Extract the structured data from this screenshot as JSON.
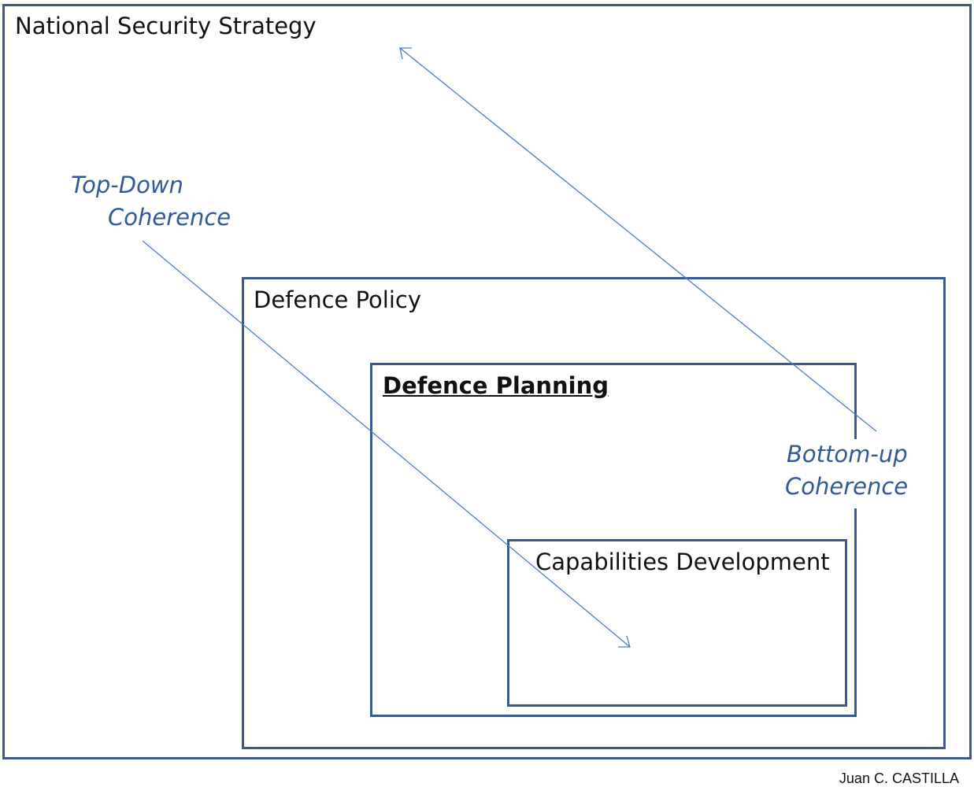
{
  "boxes": {
    "national_security_strategy": "National Security Strategy",
    "defence_policy": "Defence Policy",
    "defence_planning": "Defence Planning",
    "capabilities_development": "Capabilities Development"
  },
  "arrows": {
    "top_down": {
      "line1": "Top-Down",
      "line2": "Coherence"
    },
    "bottom_up": {
      "line1": "Bottom-up",
      "line2": "Coherence"
    }
  },
  "credit": "Juan C. CASTILLA",
  "colors": {
    "box_border": "#3a5a8a",
    "arrow": "#4a7fc0",
    "coherence_text": "#2f5a96"
  }
}
